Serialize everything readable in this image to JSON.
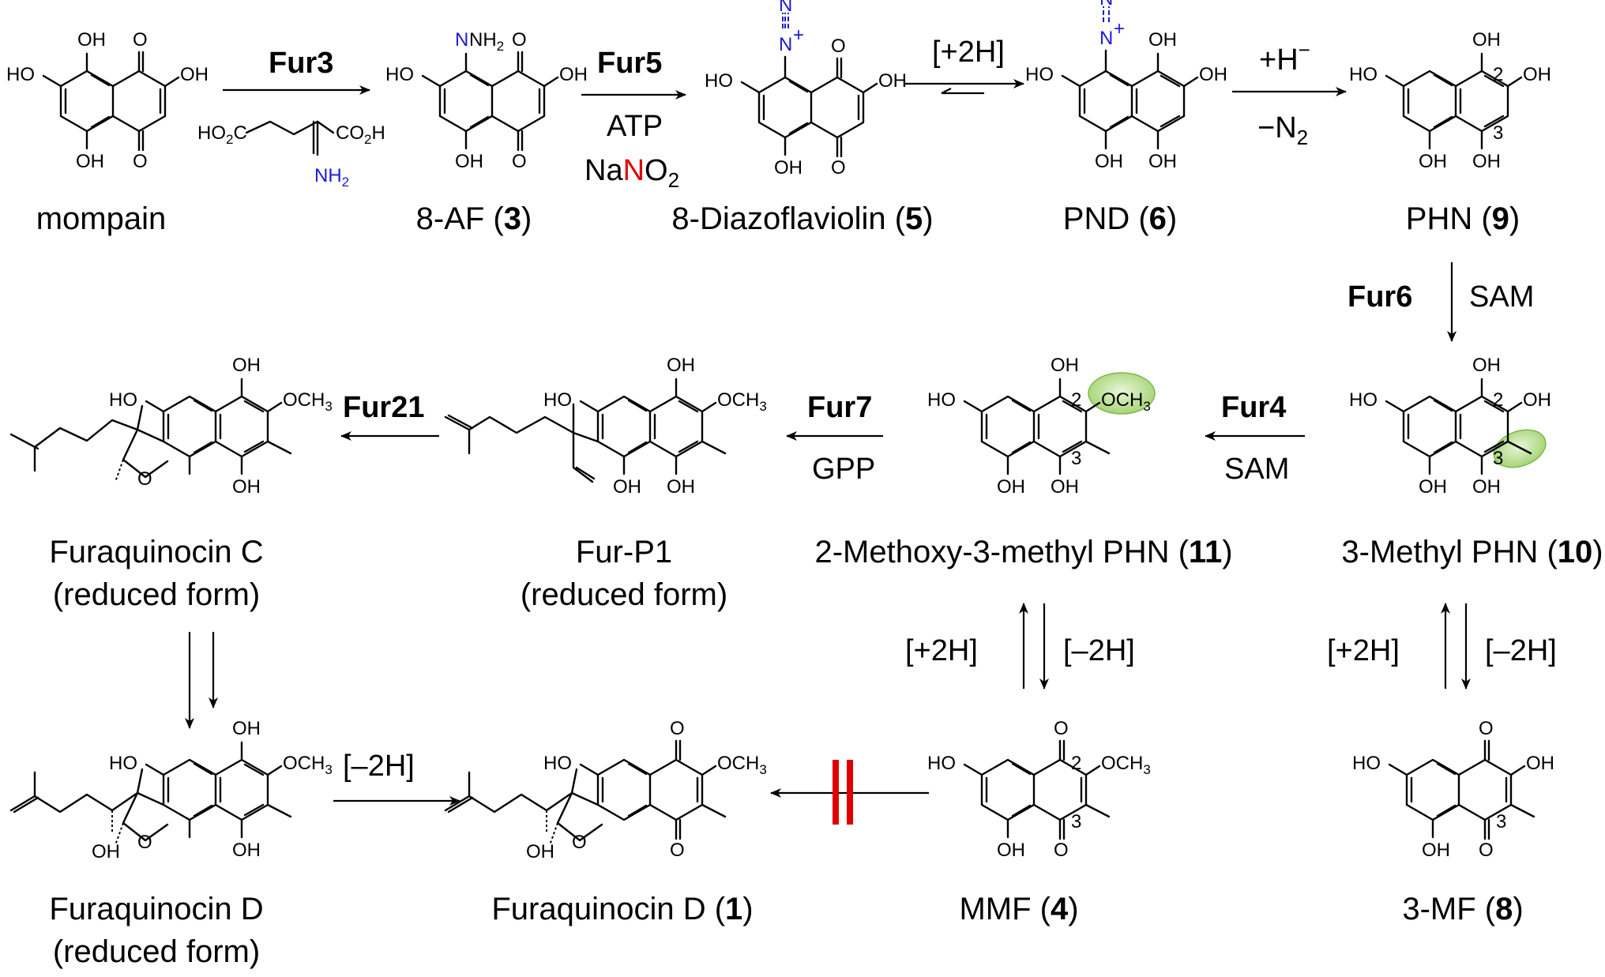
{
  "compounds": {
    "mompain": {
      "name": "mompain"
    },
    "af8": {
      "name": "8-AF (",
      "num": "3",
      "tail": ")"
    },
    "diazo": {
      "name": "8-Diazoflaviolin (",
      "num": "5",
      "tail": ")"
    },
    "pnd": {
      "name": "PND (",
      "num": "6",
      "tail": ")"
    },
    "phn": {
      "name": "PHN (",
      "num": "9",
      "tail": ")"
    },
    "mphn": {
      "name": "3-Methyl PHN (",
      "num": "10",
      "tail": ")"
    },
    "mmphn": {
      "name": "2-Methoxy-3-methyl PHN (",
      "num": "11",
      "tail": ")"
    },
    "furp1": {
      "name": "Fur-P1",
      "sub": "(reduced form)"
    },
    "furc": {
      "name": "Furaquinocin C",
      "sub": "(reduced form)"
    },
    "furd_red": {
      "name": "Furaquinocin D",
      "sub": "(reduced form)"
    },
    "furd": {
      "name": "Furaquinocin D (",
      "num": "1",
      "tail": ")"
    },
    "mmf": {
      "name": "MMF (",
      "num": "4",
      "tail": ")"
    },
    "mf3": {
      "name": "3-MF (",
      "num": "8",
      "tail": ")"
    }
  },
  "enzymes": {
    "fur3": "Fur3",
    "fur5": "Fur5",
    "fur6": "Fur6",
    "fur4": "Fur4",
    "fur7": "Fur7",
    "fur21": "Fur21"
  },
  "conditions": {
    "atp": "ATP",
    "nano2_na": "Na",
    "nano2_n": "N",
    "nano2_o": "O",
    "nano2_sub": "2",
    "plus2h": "[+2H]",
    "minus2h": "[–2H]",
    "hydride": "+H",
    "hydride_sup": "−",
    "minusn2": "−N",
    "minusn2_sub": "2",
    "sam": "SAM",
    "gpp": "GPP"
  },
  "atoms": {
    "oh": "OH",
    "ho": "HO",
    "o": "O",
    "nh2": "NH",
    "n": "N",
    "nplus": "N",
    "plus": "+",
    "och3": "OCH",
    "three": "3",
    "two": "2",
    "ho2c": "HO",
    "co2h": "CO",
    "co2h_h": "H",
    "sub2": "2"
  },
  "colors": {
    "nitrogen": "#1a1adb",
    "blocked": "#e00000",
    "highlight": "#a8d67a"
  }
}
